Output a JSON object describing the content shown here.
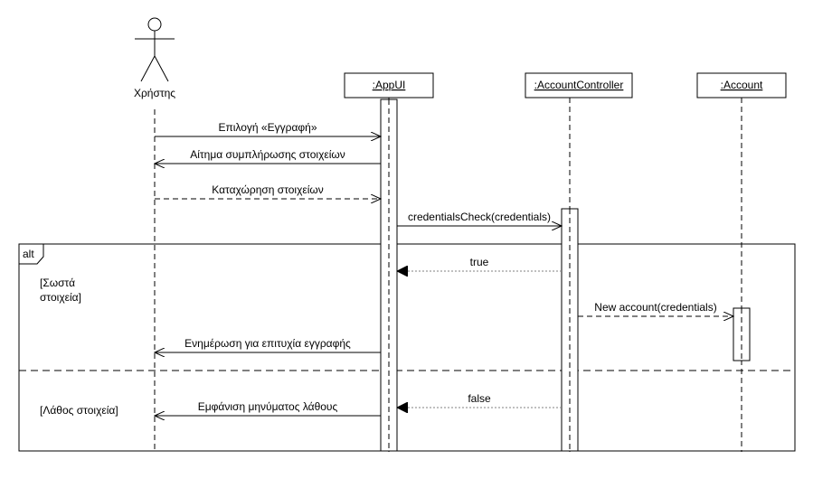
{
  "actor": {
    "name": "Χρήστης"
  },
  "participants": [
    {
      "id": "appui",
      "label": ":AppUI"
    },
    {
      "id": "controller",
      "label": ":AccountController"
    },
    {
      "id": "account",
      "label": ":Account"
    }
  ],
  "messages": [
    {
      "id": "m1",
      "text": "Επιλογή «Εγγραφή»",
      "from": "actor",
      "to": "appui",
      "style": "solid"
    },
    {
      "id": "m2",
      "text": "Αίτημα συμπλήρωσης στοιχείων",
      "from": "appui",
      "to": "actor",
      "style": "solid"
    },
    {
      "id": "m3",
      "text": "Καταχώρηση στοιχείων",
      "from": "actor",
      "to": "appui",
      "style": "dashed"
    },
    {
      "id": "m4",
      "text": "credentialsCheck(credentials)",
      "from": "appui",
      "to": "controller",
      "style": "solid"
    },
    {
      "id": "m5",
      "text": "true",
      "from": "controller",
      "to": "appui",
      "style": "dotted-filled"
    },
    {
      "id": "m6",
      "text": "New account(credentials)",
      "from": "controller",
      "to": "account",
      "style": "dashed"
    },
    {
      "id": "m7",
      "text": "Ενημέρωση για επιτυχία εγγραφής",
      "from": "appui",
      "to": "actor",
      "style": "solid"
    },
    {
      "id": "m8",
      "text": "false",
      "from": "controller",
      "to": "appui",
      "style": "dotted-filled"
    },
    {
      "id": "m9",
      "text": "Εμφάνιση μηνύματος λάθους",
      "from": "appui",
      "to": "actor",
      "style": "solid"
    }
  ],
  "fragment": {
    "operator": "alt",
    "guards": [
      {
        "lines": [
          "[Σωστά",
          "στοιχεία]"
        ]
      },
      {
        "lines": [
          "[Λάθος στοιχεία]"
        ]
      }
    ]
  },
  "colors": {
    "stroke": "#000000",
    "fill": "#ffffff",
    "dotted_line": "#808080"
  }
}
